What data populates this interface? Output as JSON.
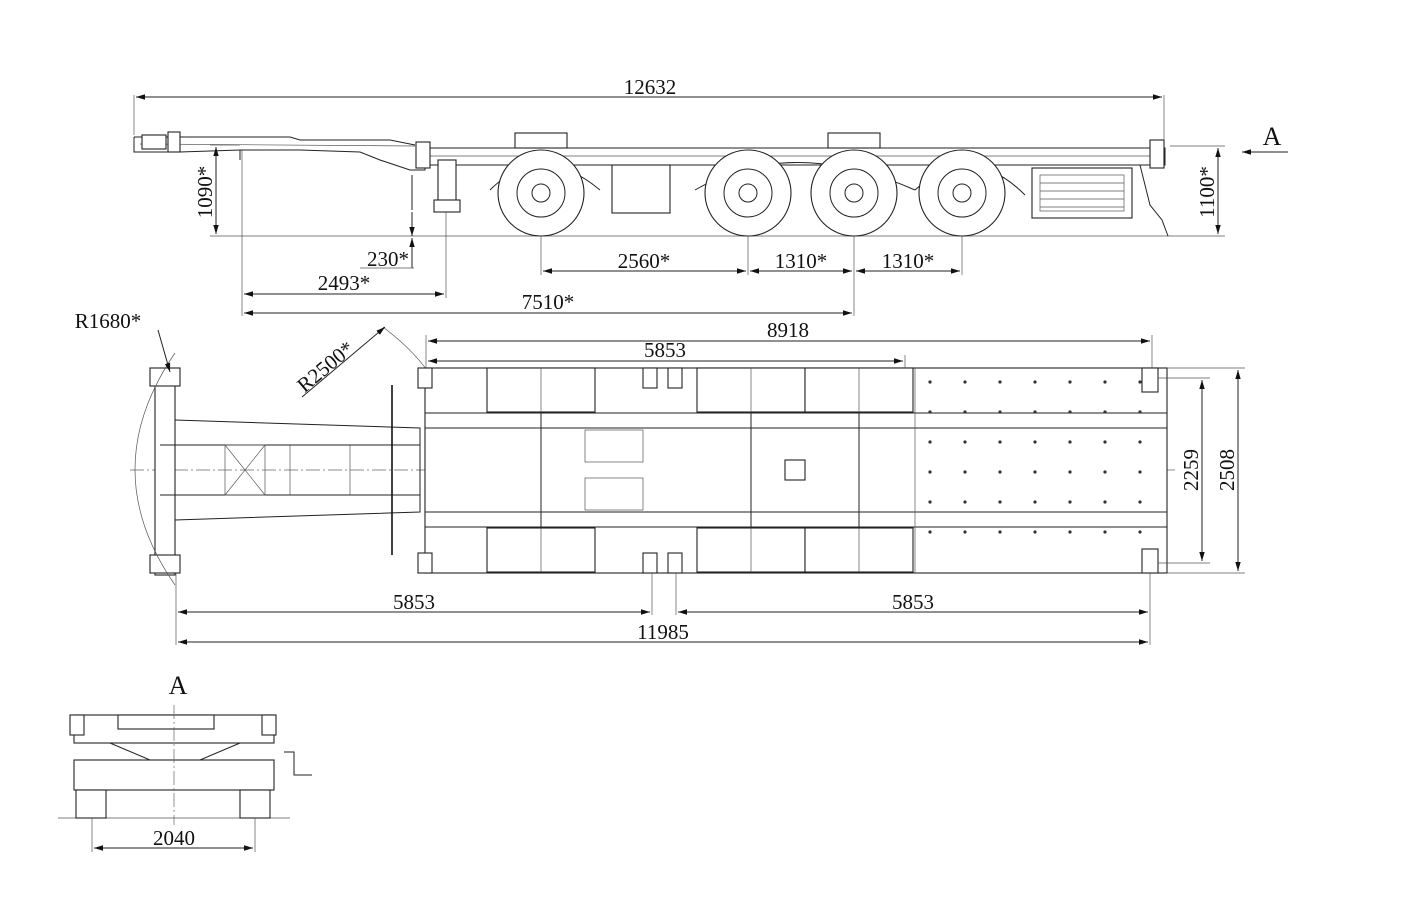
{
  "drawing": {
    "side_view": {
      "overall_length": "12632",
      "kingpin_height": "1090*",
      "deck_height": "1100*",
      "kingpin_offset": "230*",
      "kingpin_to_landing_gear": "2493*",
      "wheelbase_to_first_axle": "2560*",
      "axle_spacing_1": "1310*",
      "axle_spacing_2": "1310*",
      "kingpin_to_middle_axle": "7510*",
      "view_marker": "A"
    },
    "top_view": {
      "front_swing_radius": "R1680*",
      "rear_swing_radius": "R2500*",
      "frame_length": "8918",
      "container_length_upper": "5853",
      "container_length_lower_left": "5853",
      "container_length_lower_right": "5853",
      "overall_length": "11985",
      "twistlock_width": "2259",
      "overall_width": "2508"
    },
    "rear_view": {
      "label": "A",
      "track_width": "2040"
    }
  }
}
